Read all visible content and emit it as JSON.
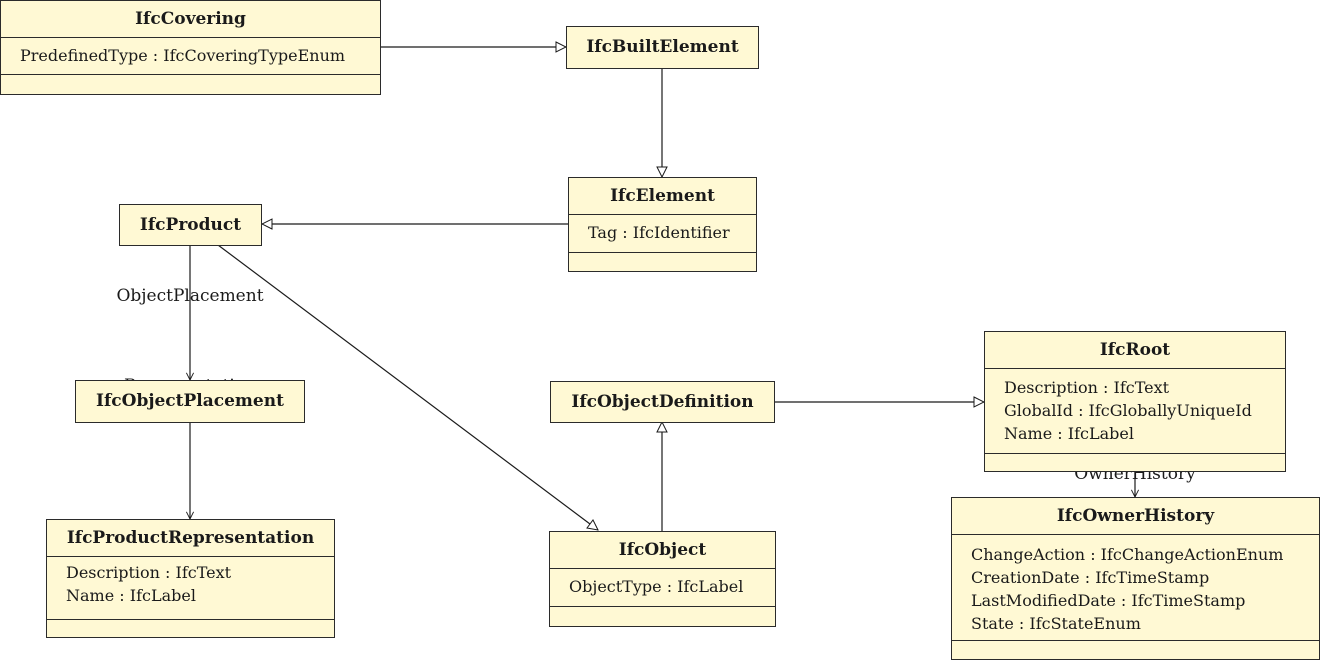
{
  "classes": {
    "ifc_covering": {
      "name": "IfcCovering",
      "attributes": [
        "PredefinedType : IfcCoveringTypeEnum"
      ]
    },
    "ifc_built_element": {
      "name": "IfcBuiltElement"
    },
    "ifc_element": {
      "name": "IfcElement",
      "attributes": [
        "Tag : IfcIdentifier"
      ]
    },
    "ifc_product": {
      "name": "IfcProduct"
    },
    "ifc_object_placement": {
      "name": "IfcObjectPlacement"
    },
    "ifc_product_representation": {
      "name": "IfcProductRepresentation",
      "attributes": [
        "Description : IfcText",
        "Name : IfcLabel"
      ]
    },
    "ifc_object_definition": {
      "name": "IfcObjectDefinition"
    },
    "ifc_object": {
      "name": "IfcObject",
      "attributes": [
        "ObjectType : IfcLabel"
      ]
    },
    "ifc_root": {
      "name": "IfcRoot",
      "attributes": [
        "Description : IfcText",
        "GlobalId : IfcGloballyUniqueId",
        "Name : IfcLabel"
      ]
    },
    "ifc_owner_history": {
      "name": "IfcOwnerHistory",
      "attributes": [
        "ChangeAction : IfcChangeActionEnum",
        "CreationDate : IfcTimeStamp",
        "LastModifiedDate : IfcTimeStamp",
        "State : IfcStateEnum"
      ]
    }
  },
  "relations": {
    "object_placement": "ObjectPlacement",
    "representation": "Representation",
    "owner_history": "OwnerHistory"
  }
}
